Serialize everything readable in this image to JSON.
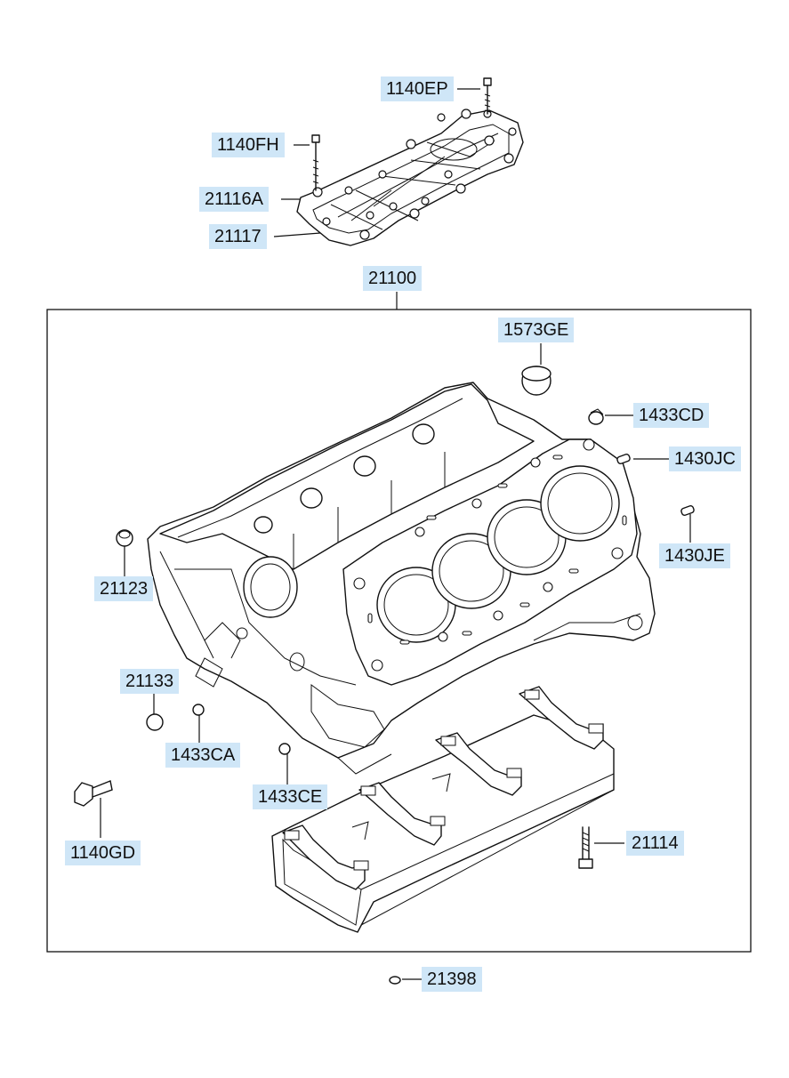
{
  "parts": [
    {
      "id": "1140EP",
      "label": "1140EP"
    },
    {
      "id": "1140FH",
      "label": "1140FH"
    },
    {
      "id": "21116A",
      "label": "21116A"
    },
    {
      "id": "21117",
      "label": "21117"
    },
    {
      "id": "21100",
      "label": "21100"
    },
    {
      "id": "1573GE",
      "label": "1573GE"
    },
    {
      "id": "1433CD",
      "label": "1433CD"
    },
    {
      "id": "1430JC",
      "label": "1430JC"
    },
    {
      "id": "1430JE",
      "label": "1430JE"
    },
    {
      "id": "21123",
      "label": "21123"
    },
    {
      "id": "21133",
      "label": "21133"
    },
    {
      "id": "1433CA",
      "label": "1433CA"
    },
    {
      "id": "1433CE",
      "label": "1433CE"
    },
    {
      "id": "1140GD",
      "label": "1140GD"
    },
    {
      "id": "21114",
      "label": "21114"
    },
    {
      "id": "21398",
      "label": "21398"
    }
  ]
}
